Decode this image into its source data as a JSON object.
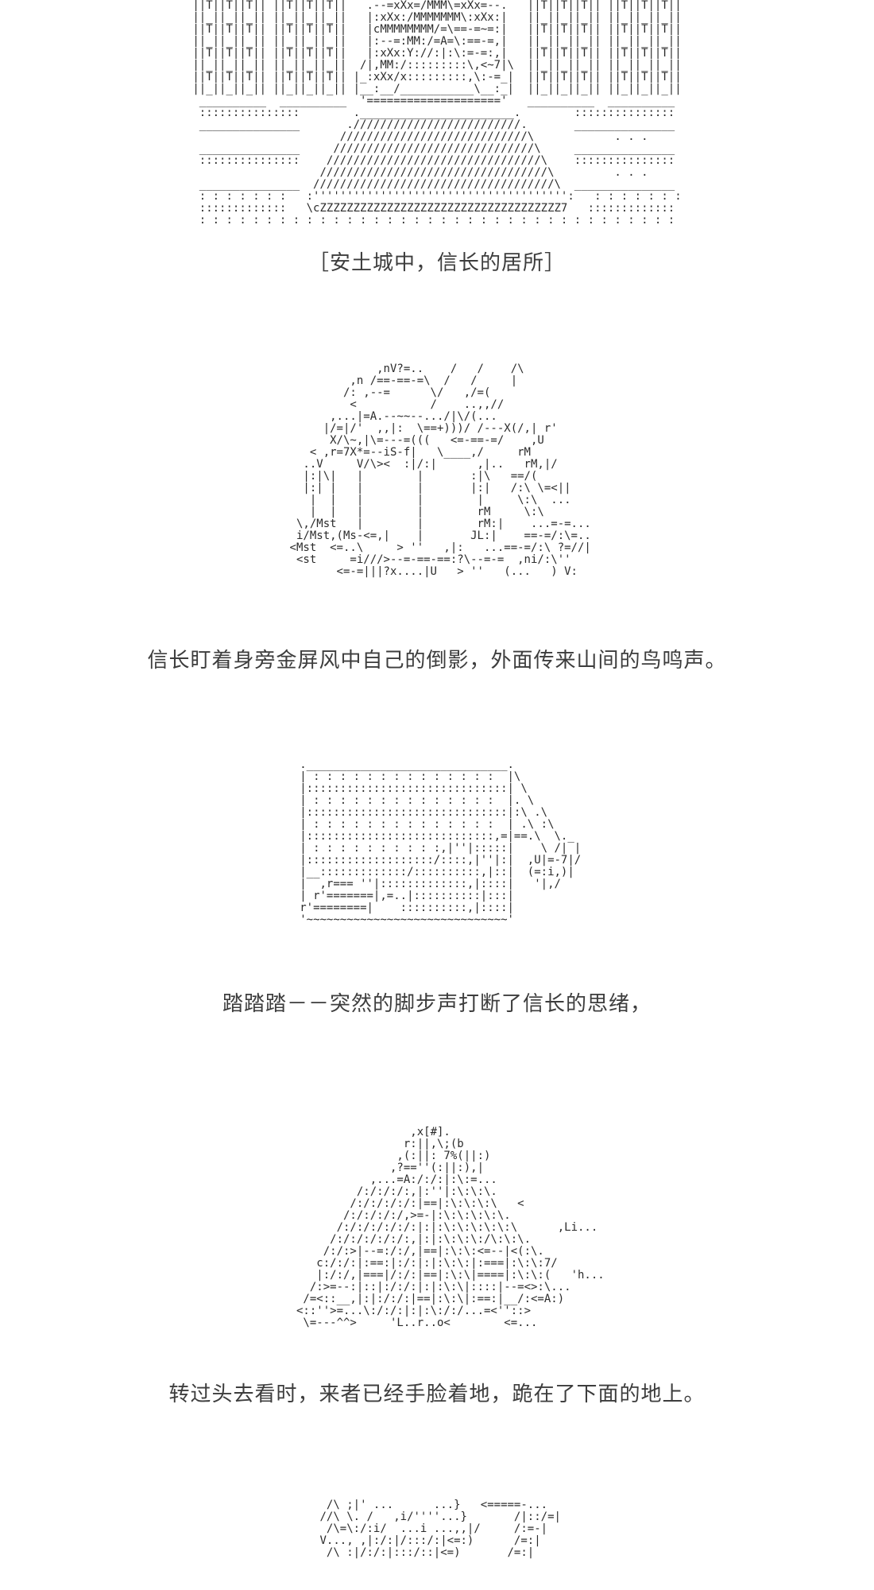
{
  "page": {
    "background": "#ffffff",
    "caption_color": "#3d3d3d",
    "aa_color": "#2b2b2b"
  },
  "panels": [
    {
      "name": "castle-exterior",
      "caption": "［安土城中，信长的居所］",
      "art": [
        "||T||T||T|| ||T||T||T||   .--=xXx=/MMM\\=xXx=--.   ||T||T||T|| ||T||T||T||",
        "||_||_||_|| ||_||_||_||   |:xXx:/MMMMMMM\\:xXx:|   ||_||_||_|| ||_||_||_||",
        "||T||T||T|| ||T||T||T||   |cMMMMMMMM/=\\==-=~=:|   ||T||T||T|| ||T||T||T||",
        "||_||_||_|| ||_||_||_||   |:--=:MM:/=A=\\:==-=,|   ||_||_||_|| ||_||_||_||",
        "||T||T||T|| ||T||T||T||   |:xXx:Y://:|:\\:=-=:,|   ||T||T||T|| ||T||T||T||",
        "||_||_||_|| ||_||_||_||  /|,MM:/:::::::::\\,<~7|\\  ||_||_||_|| ||_||_||_||",
        "||T||T||T|| ||T||T||T|| |_:xXx/x:::::::::,\\:-=_|  ||T||T||T|| ||T||T||T||",
        "||_||_||_|| ||_||_||_|| |__:__/___________\\__:_|  ||_||_||_|| ||_||_||_||",
        " __________  __________  '===================='   __________  __________ ",
        " :::::::::::::::        ._______________________.        ::::::::::::::: ",
        " _______________       ./////////////////////////.       _______________ ",
        "                      ////////////////////////////\\            . . .    ",
        " _______________     //////////////////////////////\\     _______________",
        " :::::::::::::::    ////////////////////////////////\\    :::::::::::::::",
        "                   //////////////////////////////////\\         . . .   ",
        " _______________  ////////////////////////////////////\\  _______________",
        " : : : : : : :   :'''''''''''''''''''''''''''''''''''''':   : : : : : : :",
        " :::::::::::::   \\cZZZZZZZZZZZZZZZZZZZZZZZZZZZZZZZZZZZZ7   :::::::::::::",
        " : : : : : : : : : : : : : : : : : : : : : : : : : : : : : : : : : : : : "
      ]
    },
    {
      "name": "nobunaga-portrait",
      "caption": "信长盯着身旁金屏风中自己的倒影，外面传来山间的鸟鸣声。",
      "art": [
        "              ,nV?=..    /   /    /\\",
        "          ,n /==-==-=\\  /   /     |",
        "         /: ,--=      \\/   ,/=(",
        "          <           /    ..,,//",
        "       ,...|=A.--~~--.../|\\/(...",
        "      |/=|/'  ,,|:  \\==+)))/ /---X(/,| r'",
        "       X/\\~,|\\=---=(((   <=-==-=/    ,U",
        "    < ,r=7X*=--iS-f|   \\____,/     rM",
        "   ..V     V/\\><  :|/:|      ,|..   rM,|/",
        "   |:|\\|   |        |       :|\\   ==/(",
        "   |:| |   |        |       |:|   /:\\ \\=<||",
        "    |  |   |        |        |     \\:\\  ...",
        "    |  |   |        |        rM     \\:\\",
        "  \\,/Mst   |        |        rM:|    ...=-=...",
        "  i/Mst,(Ms-<=,|    |       JL:|    ==-=/:\\=..",
        " <Mst  <=..\\     > ''   ,|:   ...==-=/:\\ ?=//|",
        "  <st     =i///>--=-==-==:?\\--=-=  ,ni/:\\''",
        "        <=-=|||?x....|U   > ''   (...   ) V:"
      ]
    },
    {
      "name": "golden-screen",
      "caption": "踏踏踏－－突然的脚步声打断了信长的思绪，",
      "art": [
        " .______________________________.",
        " | : : : : : : : : : : : : : :  |\\",
        " |::::::::::::::::::::::::::::::| \\",
        " | : : : : : : : : : : : : : :  |. \\",
        " |::::::::::::::::::::::::::::::|:\\ .\\",
        " | : : : : : : : : : : : : : :  | .\\ :\\",
        " |::::::::::::::::::::::::::::,=|==.\\  \\._",
        " | : : : : : : : : : :,|''|:::::|    \\ /| |",
        " |:::::::::::::::::::/::::,|''|:|  ,U|=-7|/",
        " |__:::::::::::::/::::::::::,|::|  (=:i,)|",
        " |  ,r=== ''|:::::::::::::,|::::|   '|,/",
        " | r'=======|,=..|::::::::::|:::|",
        " r'========|    ::::::::::,|::::|",
        " '~~~~~~~~~~~~~~~~~~~~~~~~~~~~~~'"
      ]
    },
    {
      "name": "kneeling-visitor",
      "caption": "转过头去看时，来者已经手脸着地，跪在了下面的地上。",
      "art": [
        "                     ,x[#].",
        "                    r:||,\\;(b",
        "                   ,(:||: 7%(||:)",
        "                  ,?==''(:||:),|",
        "               ,...=A:/:/:|:\\:=...",
        "             /:/:/:/:,|:''|:\\:\\:\\.",
        "            /:/:/:/:/:|==|:\\:\\:\\:\\   <",
        "           /:/:/:/:/,>=-|:\\:\\:\\:\\:\\.",
        "          /:/:/:/:/:/:|:|:\\:\\:\\:\\:\\:\\      ,Li...",
        "         /:/:/:/:/:/:,|:|:\\:\\:\\:/\\:\\:\\.",
        "        /:/:>|--=:/:/,|==|:\\:\\:<=--|<(:\\.",
        "       c:/:/:|:==:|:/:|:|:\\:\\:|:===|:\\:\\:7/",
        "       |:/:/,|===|/:/:|==|:\\:\\|====|:\\:\\:(   'h...",
        "      /:>=--:|::|:/:/:|:|:\\:\\|::::|--=<>:\\...",
        "     /=<::__,|:|:/:/:|==|:\\:\\|:==:|__/:<=A:)",
        "    <::''>=...\\:/:/:|:|:\\:/:/...=<''::>",
        "     \\=---^^>     'L..r..o<        <=..."
      ]
    },
    {
      "name": "visitor-closeup-partial",
      "caption": "",
      "art": [
        "  /\\ ;|' ...      ...}   <=====-...",
        " //\\ \\. /   ,i/''''...}       /|::/=|",
        "  /\\=\\:/:i/  ...i ...,,|/     /:=-|",
        " V..., ,|:/:|/:::/:|<=:)      /=:|",
        "  /\\ :|/:/:|:::/::|<=)       /=:|"
      ]
    }
  ]
}
